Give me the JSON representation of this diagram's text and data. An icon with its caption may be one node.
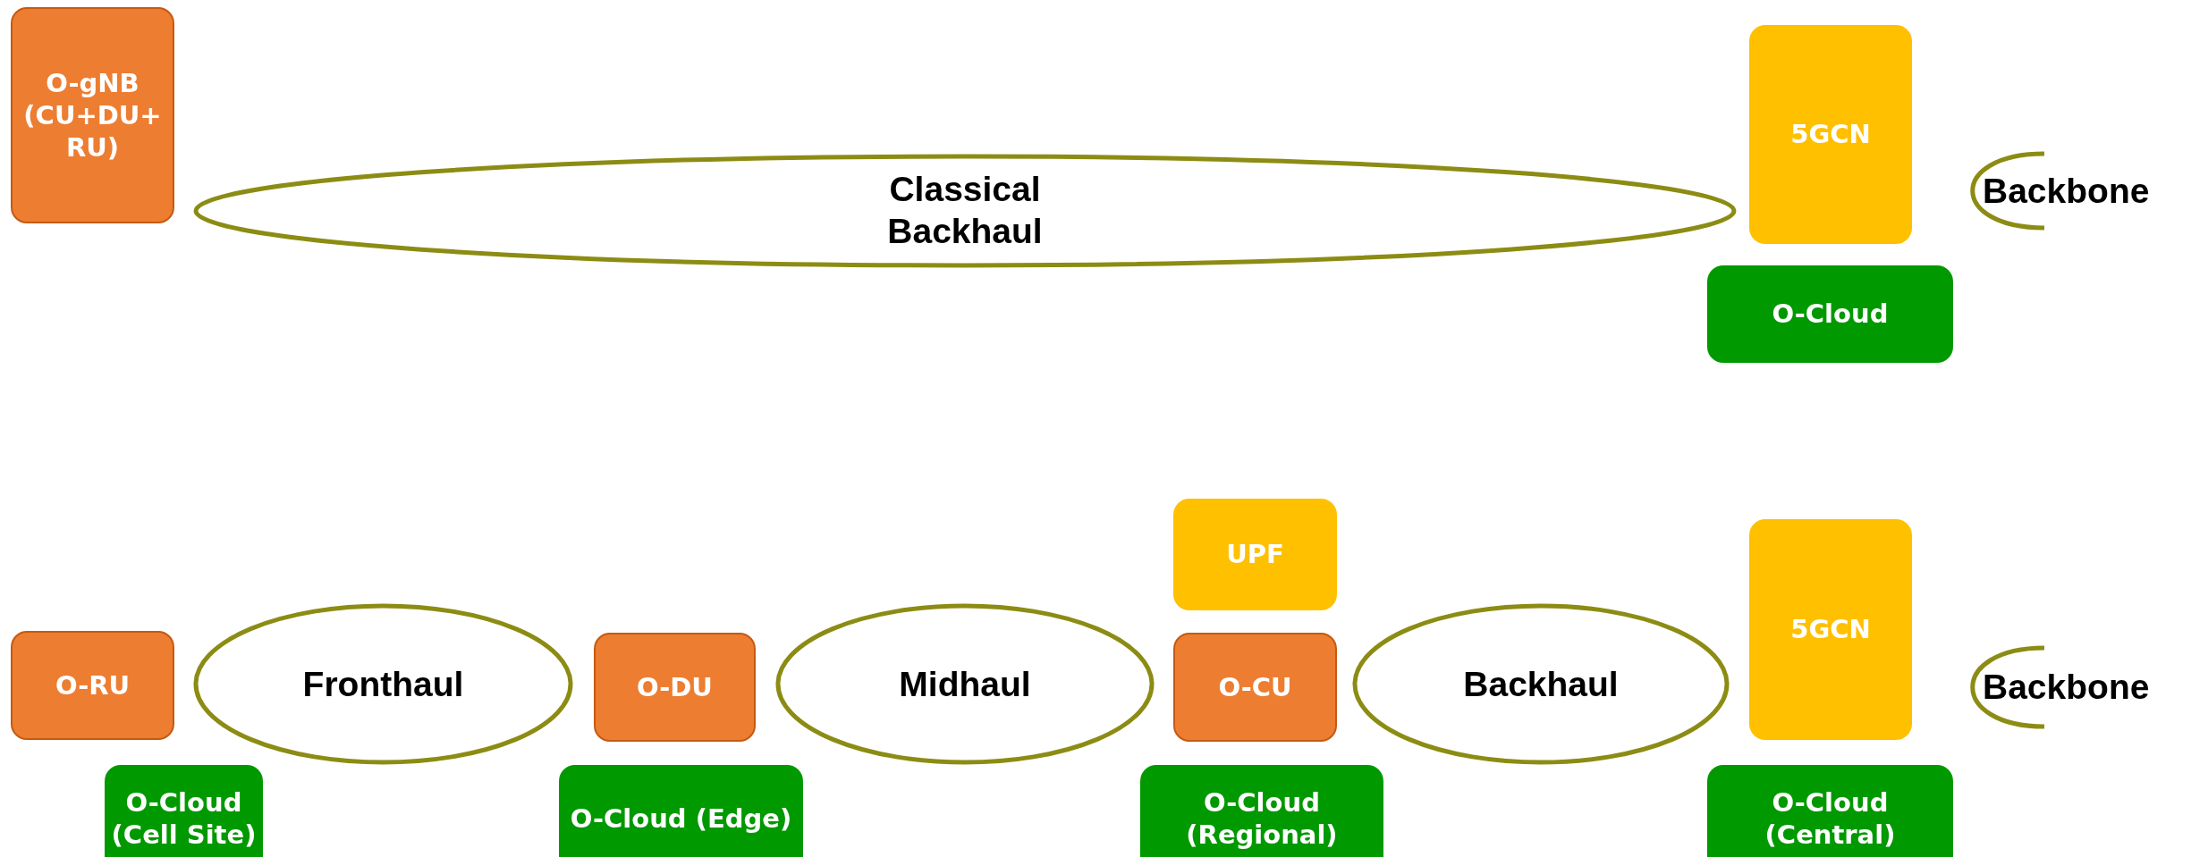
{
  "diagram": {
    "nodes": [
      {
        "text": [
          "O-gNB (CU+DU+RU)"
        ]
      },
      {
        "text": [
          "Classical Backhaul"
        ]
      },
      {
        "text": [
          "5GCN"
        ]
      },
      {
        "text": [
          "O-Cloud"
        ]
      },
      {
        "text": [
          "Backbone"
        ]
      },
      {
        "text": [
          "O-RU"
        ]
      },
      {
        "text": [
          "O-Cloud (Cell Site)"
        ]
      },
      {
        "text": [
          "Fronthaul"
        ]
      },
      {
        "text": [
          "O-DU"
        ]
      },
      {
        "text": [
          "O-Cloud (Edge)"
        ]
      },
      {
        "text": [
          "Midhaul"
        ]
      },
      {
        "text": [
          "UPF"
        ]
      },
      {
        "text": [
          "O-CU"
        ]
      },
      {
        "text": [
          "O-Cloud (Regional)"
        ]
      },
      {
        "text": [
          "Backhaul"
        ]
      },
      {
        "text": [
          "5GCN"
        ]
      },
      {
        "text": [
          "O-Cloud (Central)"
        ]
      },
      {
        "text": [
          "Backbone"
        ]
      }
    ]
  }
}
